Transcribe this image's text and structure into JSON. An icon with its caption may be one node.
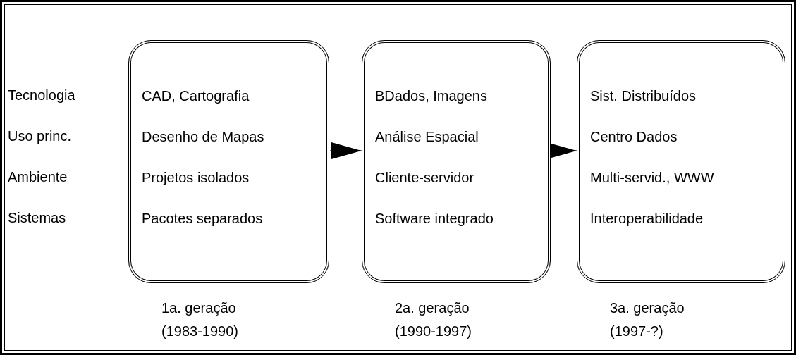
{
  "diagram": {
    "nodes": [
      {
        "text": [
          "CAD, Cartografia",
          "Desenho de Mapas",
          "Projetos isolados",
          "Pacotes separados"
        ],
        "beside": [
          "1a. geração",
          "(1983-1990)"
        ]
      },
      {
        "text": [
          "BDados, Imagens",
          "Análise Espacial",
          "Cliente-servidor",
          "Software integrado"
        ],
        "beside": [
          "2a. geração",
          "(1990-1997)"
        ]
      },
      {
        "text": [
          "Sist. Distribuídos",
          "Centro Dados",
          "Multi-servid., WWW",
          "Interoperabilidade"
        ],
        "beside": [
          "3a. geração",
          "(1997-?)"
        ]
      }
    ],
    "edges": [
      {
        "from": 0,
        "to": 1,
        "arrow": "to"
      },
      {
        "from": 1,
        "to": 2,
        "arrow": "to"
      }
    ],
    "labels": [
      "Tecnologia",
      "Uso princ.",
      "Ambiente",
      "Sistemas"
    ]
  }
}
